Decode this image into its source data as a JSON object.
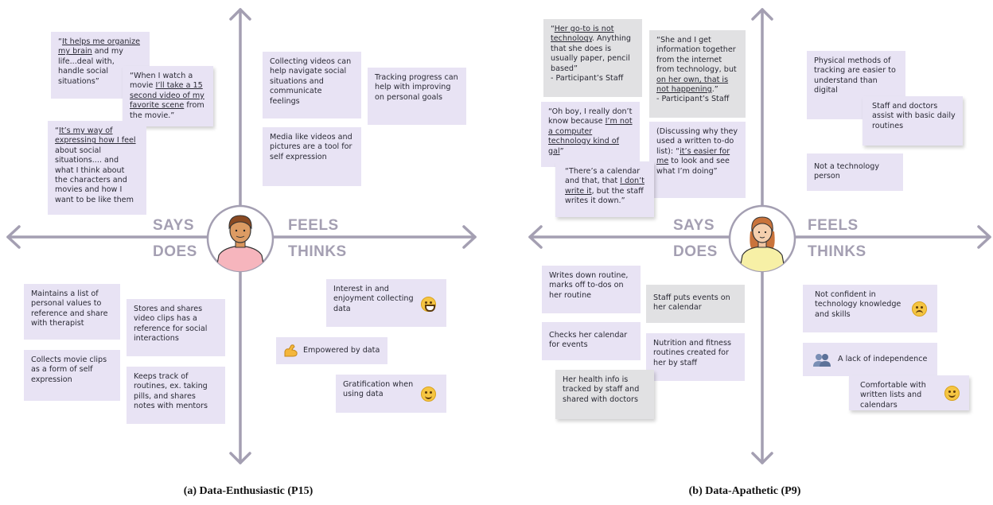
{
  "panels": {
    "a": {
      "caption": "(a) Data-Enthusiastic (P15)",
      "quadrant_labels": {
        "says": "SAYS",
        "feels": "FEELS",
        "does": "DOES",
        "thinks": "THINKS"
      },
      "says": [
        {
          "before": "“",
          "u": "It helps me organize my brain",
          "after": " and my life...deal with, handle social situations”"
        },
        {
          "before": "“When I watch a movie ",
          "u": "I’ll take a 15 second video of my favorite scene",
          "after": " from the movie.”"
        },
        {
          "before": "“",
          "u": "It’s my way of expressing how I feel",
          "after": " about social situations.... and what I think about the characters and movies and how I want to be like them"
        }
      ],
      "feels": [
        "Collecting videos can help navigate social situations and communicate feelings",
        "Tracking progress can help with improving on personal goals",
        "Media like videos and pictures are a tool for self expression"
      ],
      "does": [
        "Maintains a list of personal values to reference and share with therapist",
        "Stores and shares video clips has a reference for social interactions",
        "Collects movie clips as a form of self expression",
        "Keeps track of routines, ex. taking pills, and shares notes with mentors"
      ],
      "thinks": [
        {
          "text": "Interest in and enjoyment collecting data",
          "icon": "grinning-face-icon"
        },
        {
          "text": "Empowered by data",
          "icon": "flexed-biceps-icon"
        },
        {
          "text": "Gratification when using data",
          "icon": "relieved-face-icon"
        }
      ]
    },
    "b": {
      "caption": "(b) Data-Apathetic (P9)",
      "quadrant_labels": {
        "says": "SAYS",
        "feels": "FEELS",
        "does": "DOES",
        "thinks": "THINKS"
      },
      "says": [
        {
          "before": "“",
          "u": "Her go-to is not technology",
          "after": ". Anything that she does is usually paper, pencil based”\n- Participant’s Staff"
        },
        {
          "before": "“She and I get information together from the internet from technology, but ",
          "u": "on her own, that is not happening",
          "after": ".”\n- Participant’s Staff"
        },
        {
          "before": "“Oh boy, I really don’t know because ",
          "u": "I’m not a computer technology kind of gal",
          "after": "”"
        },
        {
          "before": "(Discussing why they used a written to-do list): “",
          "u": "it’s easier for me",
          "after": " to look and see what I’m doing”"
        },
        {
          "before": "“There’s a calendar and that, that ",
          "u": "I don’t write it",
          "after": ", but the staff writes it down.”"
        }
      ],
      "feels": [
        "Physical methods of tracking are easier to understand than digital",
        "Staff and doctors assist with basic daily routines",
        "Not a technology person"
      ],
      "does": [
        "Writes down routine, marks off to-dos on her routine",
        "Staff puts events on her calendar",
        "Checks her calendar for events",
        "Nutrition and fitness routines created for her by staff",
        "Her health info is tracked by staff and shared with doctors"
      ],
      "thinks": [
        {
          "text": "Not confident in technology knowledge and skills",
          "icon": "sad-face-icon"
        },
        {
          "text": "A lack of independence",
          "icon": "people-icon"
        },
        {
          "text": "Comfortable with written lists and calendars",
          "icon": "slightly-smiling-face-icon"
        }
      ]
    }
  },
  "colors": {
    "axis": "#a49fb2",
    "note_lavender": "#e8e3f4",
    "note_grey": "#e1e1e3"
  }
}
